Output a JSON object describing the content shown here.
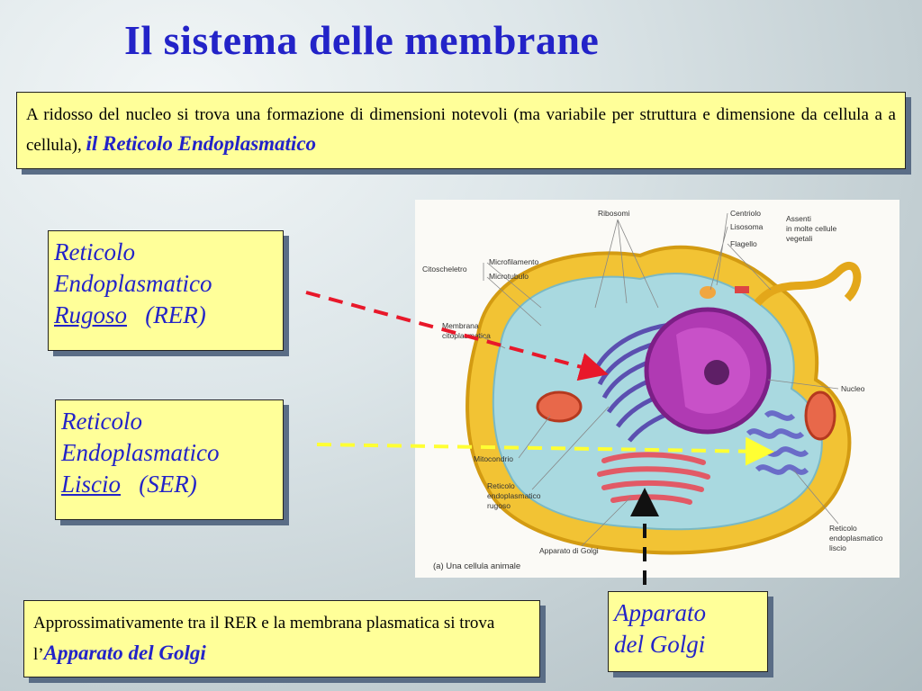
{
  "title": "Il sistema delle membrane",
  "intro": {
    "text": "A ridosso del nucleo si trova una formazione di dimensioni notevoli (ma variabile per struttura e dimensione da cellula a a cellula),",
    "emphasis": "il Reticolo  Endoplasmatico"
  },
  "rer": {
    "line1": "Reticolo",
    "line2": "Endoplasmatico",
    "line3_underlined": "Rugoso",
    "line3_tail": "(RER)"
  },
  "ser": {
    "line1": "Reticolo",
    "line2": "Endoplasmatico",
    "line3_underlined": "Liscio",
    "line3_tail": "(SER)"
  },
  "golgi_label": {
    "line1": "Apparato",
    "line2": "del Golgi"
  },
  "bottom": {
    "text": "Approssimativamente tra il RER e la membrana plasmatica si trova l’",
    "emphasis": "Apparato del Golgi"
  },
  "diagram": {
    "labels": {
      "ribosomi": "Ribosomi",
      "centriolo": "Centriolo",
      "lisosoma": "Lisosoma",
      "flagello": "Flagello",
      "assenti1": "Assenti",
      "assenti2": "in molte cellule",
      "assenti3": "vegetali",
      "citoscheletro": "Citoscheletro",
      "microfilamento": "Microfilamento",
      "microtubulo": "Microtubulo",
      "membrana1": "Membrana",
      "membrana2": "citoplasmatica",
      "nucleo": "Nucleo",
      "mitocondrio": "Mitocondrio",
      "rer1": "Reticolo",
      "rer2": "endoplasmatico",
      "rer3": "rugoso",
      "golgi": "Apparato di Golgi",
      "ser1": "Reticolo",
      "ser2": "endoplasmatico",
      "ser3": "liscio",
      "caption": "(a) Una cellula animale"
    }
  },
  "colors": {
    "title": "#2323c8",
    "box_fill": "#ffff99",
    "box_shadow": "#5a6d86",
    "arrow_rer": "#e8182a",
    "arrow_ser": "#ffff33",
    "arrow_golgi": "#111111"
  }
}
